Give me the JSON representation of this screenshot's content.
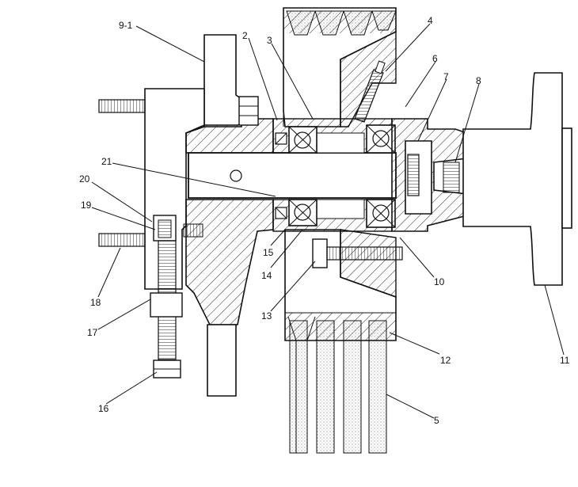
{
  "diagram": {
    "labels": {
      "l9_1": "9-1",
      "l2": "2",
      "l3": "3",
      "l4": "4",
      "l6": "6",
      "l7": "7",
      "l8": "8",
      "l21": "21",
      "l20": "20",
      "l19": "19",
      "l15": "15",
      "l14": "14",
      "l10": "10",
      "l18": "18",
      "l13": "13",
      "l17": "17",
      "l12": "12",
      "l11": "11",
      "l16": "16",
      "l5": "5"
    }
  }
}
